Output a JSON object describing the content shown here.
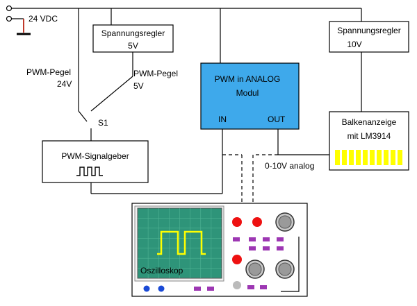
{
  "supply": {
    "label": "24 VDC"
  },
  "regulator_5v": {
    "line1": "Spannungsregler",
    "line2": "5V"
  },
  "regulator_10v": {
    "line1": "Spannungsregler",
    "line2": "10V"
  },
  "pwm_level_24": {
    "line1": "PWM-Pegel",
    "line2": "24V"
  },
  "pwm_level_5": {
    "line1": "PWM-Pegel",
    "line2": "5V"
  },
  "switch": {
    "label": "S1"
  },
  "pwm_module": {
    "line1": "PWM in ANALOG",
    "line2": "Modul",
    "in_label": "IN",
    "out_label": "OUT"
  },
  "bar_display": {
    "line1": "Balkenanzeige",
    "line2": "mit LM3914"
  },
  "analog_label": "0-10V analog",
  "signal_generator": {
    "label": "PWM-Signalgeber"
  },
  "oscilloscope": {
    "label": "Oszilloskop"
  },
  "colors": {
    "module_fill": "#3ea9eb",
    "scope_screen": "#2e9479",
    "bar_segments": "#ffff00",
    "supply_terminal": "#c0392b",
    "knob_red": "#ee1111",
    "button_purple": "#9d37b3",
    "button_blue": "#1a4ad6"
  }
}
